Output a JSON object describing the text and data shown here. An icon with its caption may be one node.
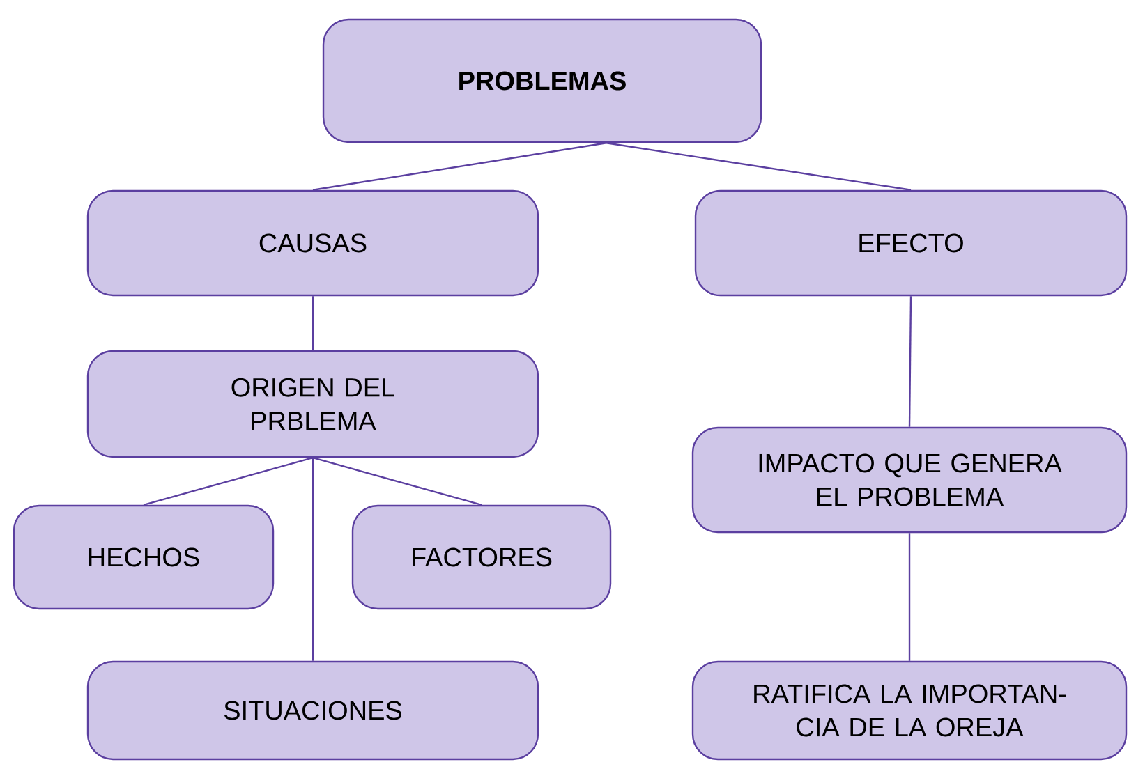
{
  "diagram": {
    "nodes": [
      {
        "text": [
          "PROBLEMAS"
        ]
      },
      {
        "text": [
          "CAUSAS"
        ]
      },
      {
        "text": [
          "EFECTO"
        ]
      },
      {
        "text": [
          "ORIGEN DEL PRBLEMA"
        ]
      },
      {
        "text": [
          "HECHOS"
        ]
      },
      {
        "text": [
          "FACTORES"
        ]
      },
      {
        "text": [
          "SITUACIONES"
        ]
      },
      {
        "text": [
          "IMPACTO QUE GENERA EL PROBLEMA"
        ]
      },
      {
        "text": [
          "RATIFICA LA IMPORTAN-CIA DE LA OREJA"
        ]
      }
    ],
    "edges": [
      {
        "from": 0,
        "to": 1,
        "arrow": "none"
      },
      {
        "from": 0,
        "to": 2,
        "arrow": "none"
      },
      {
        "from": 1,
        "to": 3,
        "arrow": "none"
      },
      {
        "from": 3,
        "to": 4,
        "arrow": "none"
      },
      {
        "from": 3,
        "to": 5,
        "arrow": "none"
      },
      {
        "from": 3,
        "to": 6,
        "arrow": "none"
      },
      {
        "from": 2,
        "to": 7,
        "arrow": "none"
      },
      {
        "from": 7,
        "to": 8,
        "arrow": "none"
      }
    ]
  }
}
